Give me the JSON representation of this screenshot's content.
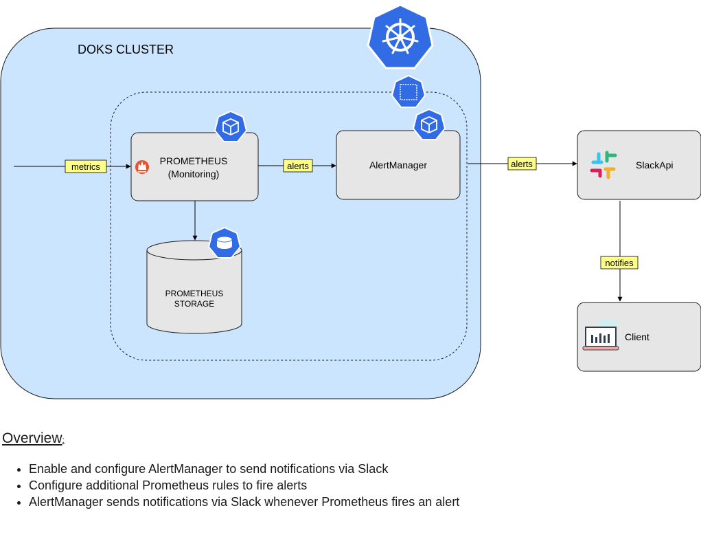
{
  "cluster": {
    "title": "DOKS CLUSTER",
    "fill": "#cce5ff"
  },
  "nodes": {
    "prometheus": {
      "title": "PROMETHEUS",
      "subtitle": "(Monitoring)"
    },
    "alertmanager": {
      "label": "AlertManager"
    },
    "storage": {
      "line1": "PROMETHEUS",
      "line2": "STORAGE"
    },
    "slack": {
      "label": "SlackApi"
    },
    "client": {
      "label": "Client"
    }
  },
  "edges": {
    "metrics": "metrics",
    "prom_to_am": "alerts",
    "am_to_slack": "alerts",
    "slack_to_client": "notifies"
  },
  "colors": {
    "node_fill": "#e6e6e6",
    "k8s_blue": "#326ce5",
    "label_fill": "#ffff88"
  },
  "icons": [
    "kubernetes-helm-icon",
    "namespace-icon",
    "pod-icon",
    "prometheus-icon",
    "slack-icon",
    "client-monitor-icon",
    "volume-icon"
  ],
  "overview": {
    "title": "Overview",
    "colon": ":",
    "items": [
      "Enable and configure AlertManager to send notifications via Slack",
      "Configure additional Prometheus rules to fire alerts",
      "AlertManager sends notifications via Slack whenever Prometheus fires an alert"
    ]
  }
}
